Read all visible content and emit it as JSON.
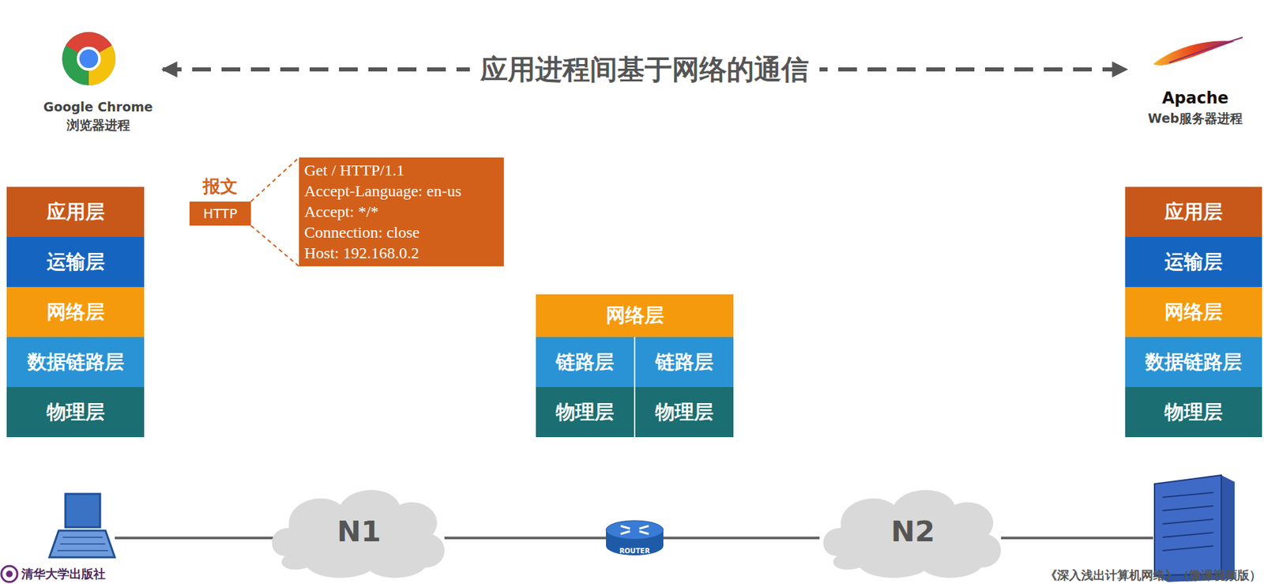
{
  "diagram": {
    "nodes": [
      {
        "text": [
          "Google Chrome",
          "浏览器进程"
        ]
      },
      {
        "text": [
          "Apache",
          "Web服务器进程"
        ]
      },
      {
        "text": [
          "报文",
          "HTTP"
        ]
      },
      {
        "text": [
          "Get / HTTP/1.1",
          "Accept-Language: en-us",
          "Accept: */*",
          "Connection: close",
          "Host: 192.168.0.2"
        ]
      },
      {
        "text": [
          "应用层"
        ]
      },
      {
        "text": [
          "运输层"
        ]
      },
      {
        "text": [
          "网络层"
        ]
      },
      {
        "text": [
          "数据链路层"
        ]
      },
      {
        "text": [
          "物理层"
        ]
      },
      {
        "text": [
          "网络层"
        ]
      },
      {
        "text": [
          "链路层"
        ]
      },
      {
        "text": [
          "链路层"
        ]
      },
      {
        "text": [
          "物理层"
        ]
      },
      {
        "text": [
          "物理层"
        ]
      },
      {
        "text": [
          "应用层"
        ]
      },
      {
        "text": [
          "运输层"
        ]
      },
      {
        "text": [
          "网络层"
        ]
      },
      {
        "text": [
          "数据链路层"
        ]
      },
      {
        "text": [
          "物理层"
        ]
      },
      {
        "text": [
          "N1"
        ]
      },
      {
        "text": [
          "ROUTER"
        ]
      },
      {
        "text": [
          "N2"
        ]
      }
    ],
    "edges": [
      {
        "from": 0,
        "to": 1,
        "arrow": "both",
        "label": "应用进程间基于网络的通信"
      },
      {
        "from": 2,
        "to": 3,
        "arrow": "none"
      },
      {
        "from": 19,
        "to": 20,
        "arrow": "none"
      },
      {
        "from": 20,
        "to": 21,
        "arrow": "none"
      }
    ],
    "labels": [
      "清华大学出版社",
      "《深入浅出计算机网络》（微课视频版）"
    ]
  }
}
